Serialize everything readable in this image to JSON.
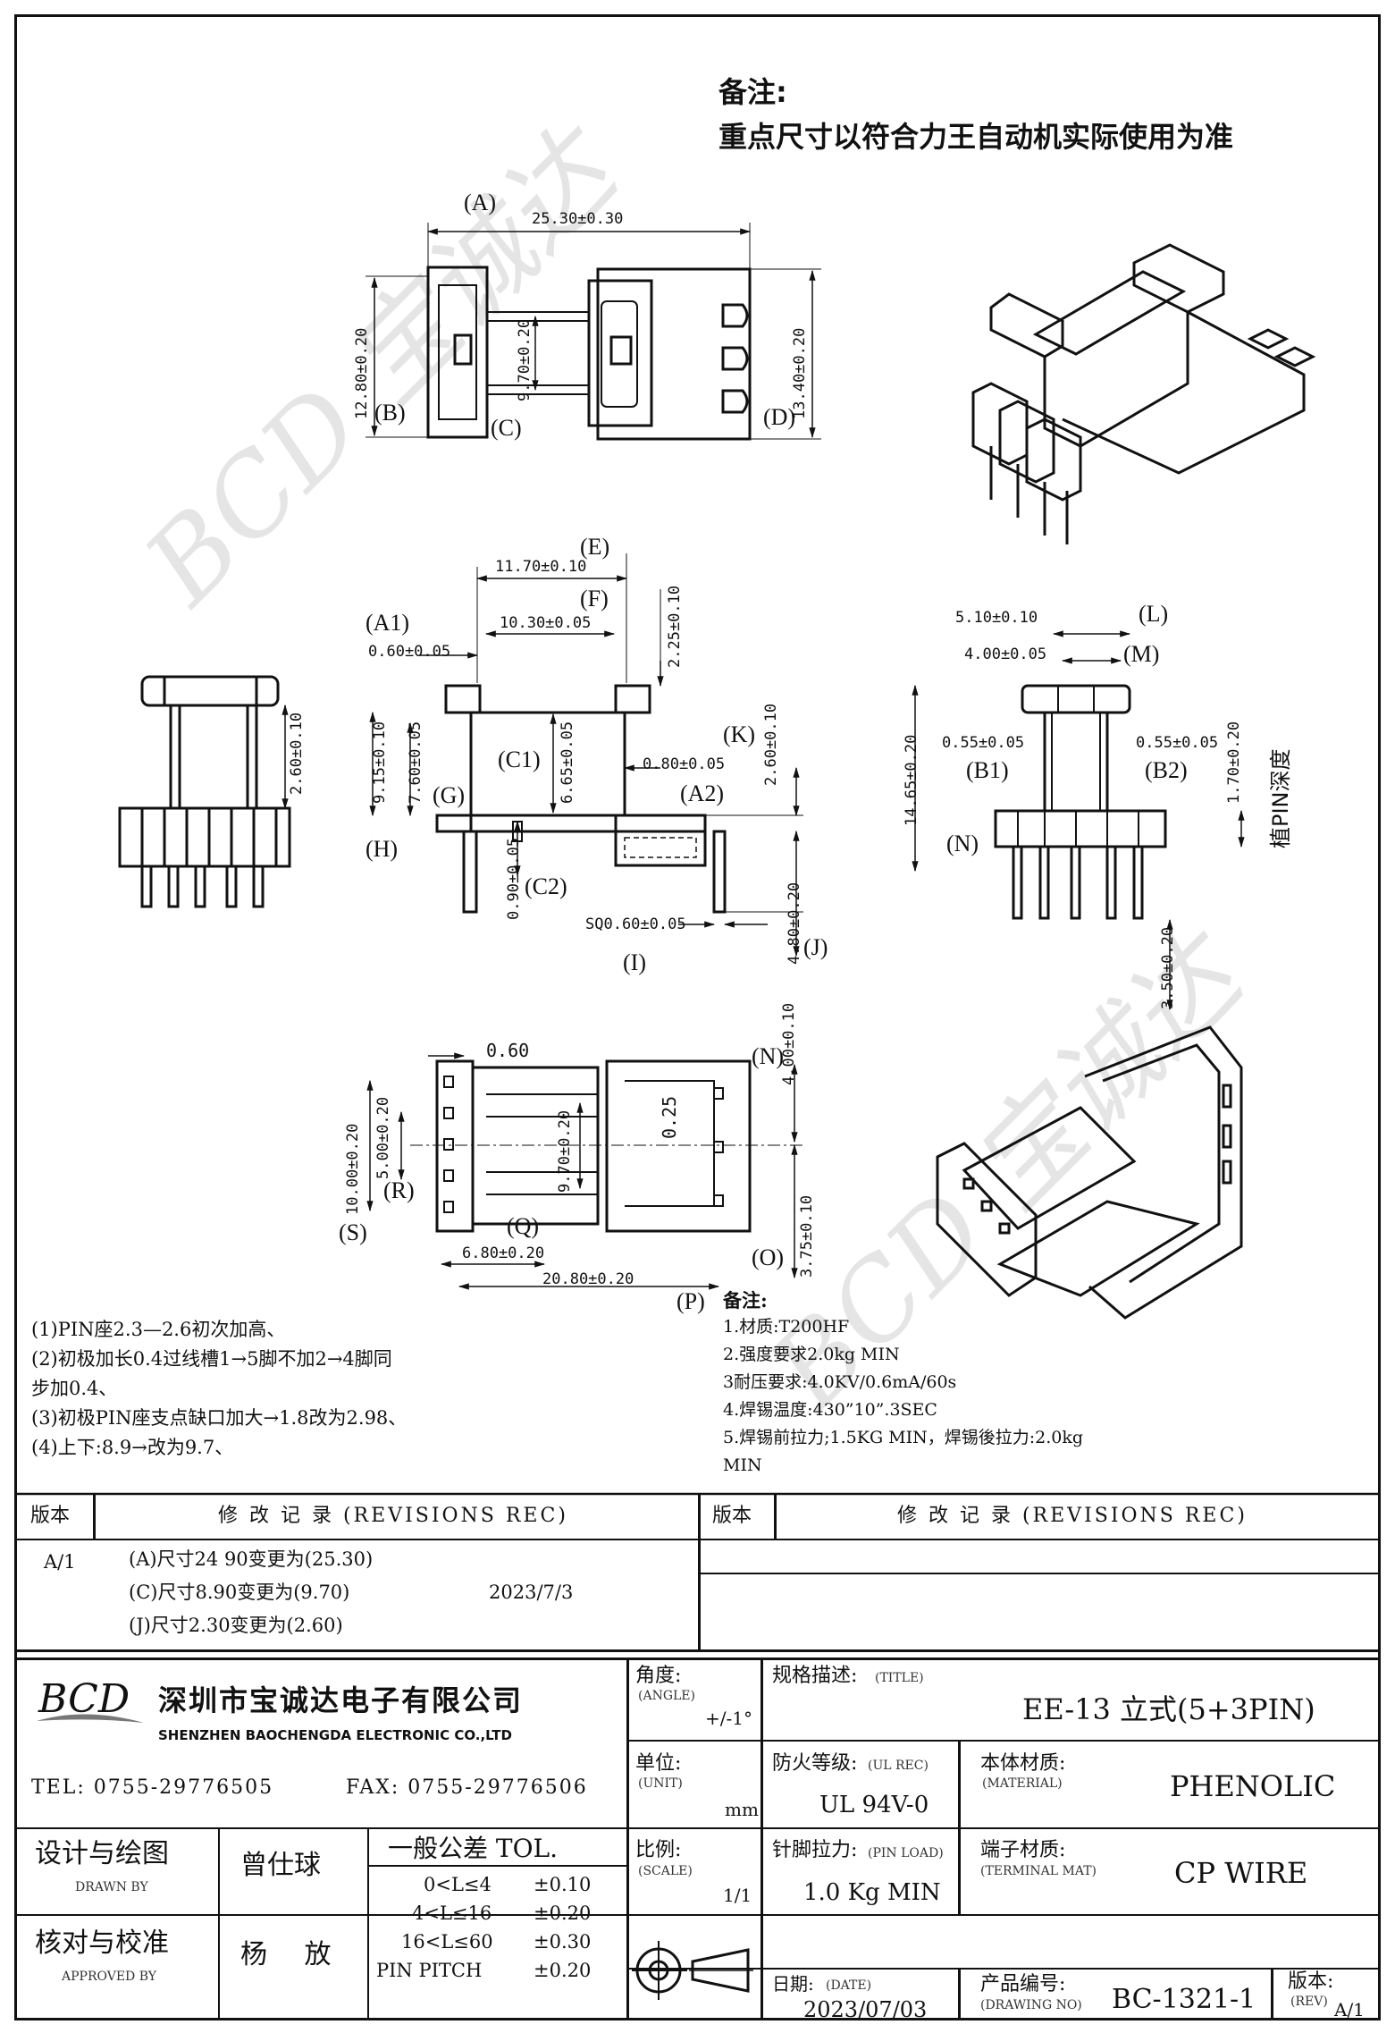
{
  "header_note": {
    "title": "备注:",
    "text": "重点尺寸以符合力王自动机实际使用为准"
  },
  "top_view": {
    "label_a": "(A)",
    "dim_a": "25.30±0.30",
    "label_b": "(B)",
    "dim_b": "12.80±0.20",
    "label_c": "(C)",
    "dim_c": "9.70±0.20",
    "label_d": "(D)",
    "dim_d": "13.40±0.20"
  },
  "front_view": {
    "label_e": "(E)",
    "dim_e": "11.70±0.10",
    "label_f": "(F)",
    "dim_f": "10.30±0.05",
    "label_a1": "(A1)",
    "dim_a1": "0.60±0.05",
    "dim_225": "2.25±0.10",
    "label_k": "(K)",
    "dim_k": "2.60±0.10",
    "label_c1": "(C1)",
    "dim_c1": "6.65±0.05",
    "dim_080": "0.80±0.05",
    "label_a2": "(A2)",
    "dim_915": "9.15±0.10",
    "dim_760": "7.60±0.05",
    "label_g": "(G)",
    "label_h": "(H)",
    "label_c2": "(C2)",
    "dim_c2": "0.90±0.05",
    "dim_sq": "SQ0.60±0.05",
    "label_i": "(I)",
    "dim_j": "4.80±0.20",
    "label_j": "(J)"
  },
  "left_view": {
    "dim_260": "2.60±0.10"
  },
  "side_view": {
    "label_l": "(L)",
    "dim_l": "5.10±0.10",
    "label_m": "(M)",
    "dim_m": "4.00±0.05",
    "label_b1": "(B1)",
    "dim_b1": "0.55±0.05",
    "label_b2": "(B2)",
    "dim_b2": "0.55±0.05",
    "dim_1465": "14.65±0.20",
    "dim_170": "1.70±0.20",
    "pin_depth": "植PIN深度",
    "label_n": "(N)",
    "dim_350": "3.50±0.20"
  },
  "bottom_view": {
    "dim_060": "0.60",
    "dim_1000": "10.00±0.20",
    "dim_500": "5.00±0.20",
    "label_r": "(R)",
    "label_s": "(S)",
    "dim_970": "9.70±0.20",
    "label_q": "(Q)",
    "dim_680": "6.80±0.20",
    "dim_2080": "20.80±0.20",
    "label_p": "(P)",
    "dim_025": "0.25",
    "label_n": "(N)",
    "dim_400": "4.00±0.10",
    "label_o": "(O)",
    "dim_375": "3.75±0.10"
  },
  "notes_left": [
    "(1)PIN座2.3—2.6初次加高、",
    "(2)初极加长0.4过线槽1→5脚不加2→4脚同",
    "步加0.4、",
    "(3)初极PIN座支点缺口加大→1.8改为2.98、",
    "(4)上下:8.9→改为9.7、"
  ],
  "notes_right": {
    "title": "备注:",
    "items": [
      "1.材质:T200HF",
      "2.强度要求2.0kg MIN",
      "3耐压要求:4.0KV/0.6mA/60s",
      "4.焊锡温度:430”10”.3SEC",
      "5.焊锡前拉力;1.5KG MIN，焊锡後拉力:2.0kg",
      "MIN"
    ]
  },
  "revisions": {
    "col_version": "版本",
    "col_record": "修 改 记 录 (REVISIONS REC)",
    "rows": [
      {
        "rev": "A/1",
        "changes": [
          "(A)尺寸24 90变更为(25.30)",
          "(C)尺寸8.90变更为(9.70)",
          "(J)尺寸2.30变更为(2.60)"
        ],
        "date": "2023/7/3"
      }
    ]
  },
  "company": {
    "logo": "BCD",
    "name_cn": "深圳市宝诚达电子有限公司",
    "name_en": "SHENZHEN BAOCHENGDA ELECTRONIC CO.,LTD",
    "tel": "TEL: 0755-29776505",
    "fax": "FAX: 0755-29776506"
  },
  "title_block": {
    "angle_label": "角度:",
    "angle_en": "(ANGLE)",
    "angle_value": "+/-1°",
    "spec_label": "规格描述:",
    "spec_en": "(TITLE)",
    "spec_value": "EE-13 立式(5+3PIN)",
    "unit_label": "单位:",
    "unit_en": "(UNIT)",
    "unit_value": "mm",
    "ul_label": "防火等级:",
    "ul_en": "(UL REC)",
    "ul_value": "UL 94V-0",
    "material_label": "本体材质:",
    "material_en": "(MATERIAL)",
    "material_value": "PHENOLIC",
    "scale_label": "比例:",
    "scale_en": "(SCALE)",
    "scale_value": "1/1",
    "pinload_label": "针脚拉力:",
    "pinload_en": "(PIN LOAD)",
    "pinload_value": "1.0 Kg MIN",
    "terminal_label": "端子材质:",
    "terminal_en": "(TERMINAL MAT)",
    "terminal_value": "CP WIRE",
    "date_label": "日期:",
    "date_en": "(DATE)",
    "date_value": "2023/07/03",
    "drawing_label": "产品编号:",
    "drawing_en": "(DRAWING NO)",
    "drawing_value": "BC-1321-1",
    "rev_label": "版本:",
    "rev_en": "(REV)",
    "rev_value": "A/1",
    "drawn_label": "设计与绘图",
    "drawn_en": "DRAWN BY",
    "drawn_value": "曾仕球",
    "approved_label": "核对与校准",
    "approved_en": "APPROVED BY",
    "approved_value": "杨 放",
    "tol_title": "一般公差 TOL.",
    "tolerances": [
      {
        "range": "0<L≤4",
        "value": "±0.10"
      },
      {
        "range": "4<L≤16",
        "value": "±0.20"
      },
      {
        "range": "16<L≤60",
        "value": "±0.30"
      },
      {
        "range": "PIN PITCH",
        "value": "±0.20"
      }
    ]
  },
  "watermark": "BCD 宝诚达"
}
